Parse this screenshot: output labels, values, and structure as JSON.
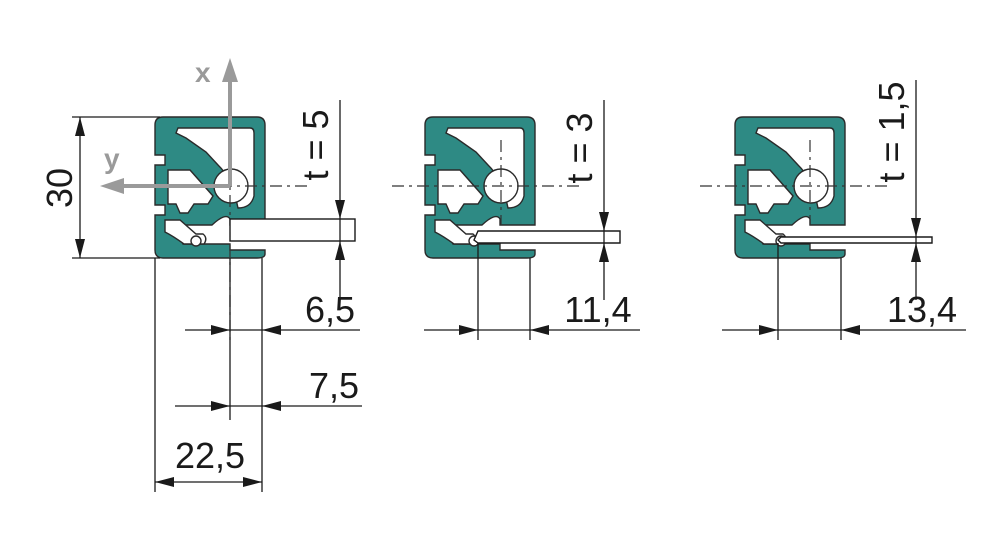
{
  "colors": {
    "profile": "#2e8a84",
    "axis": "#9a9a9a",
    "lines": "#1a1a1a"
  },
  "axes": {
    "x_label": "x",
    "y_label": "y"
  },
  "profiles": [
    {
      "height_label": "30",
      "thickness_label": "t = 5",
      "offset_label": "6,5",
      "offset2_label": "7,5",
      "width_label": "22,5"
    },
    {
      "thickness_label": "t = 3",
      "offset_label": "11,4"
    },
    {
      "thickness_label": "t = 1,5",
      "offset_label": "13,4"
    }
  ]
}
